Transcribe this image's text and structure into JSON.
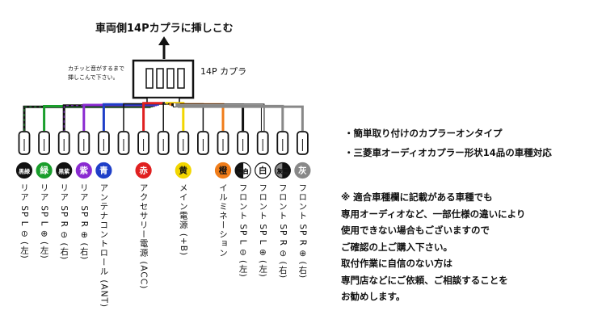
{
  "header": {
    "title": "車両側14Pカプラに挿しこむ",
    "connector_note": [
      "カチッと音がするまで",
      "挿しこんで下さい。"
    ],
    "connector_label": "14P カプラ"
  },
  "pins": [
    {
      "badge": "黒緑",
      "c1": "#111111",
      "c2": "#111111",
      "stripe": "#1a9e2c",
      "ring": "#111",
      "textColor": "#ffffff",
      "label": "リア SP L ⊖ (左)"
    },
    {
      "badge": "緑",
      "c1": "#1a9e2c",
      "c2": "#1a9e2c",
      "stripe": "",
      "ring": "#1a9e2c",
      "textColor": "#ffffff",
      "label": "リア SP L ⊕ (左)"
    },
    {
      "badge": "黒紫",
      "c1": "#111111",
      "c2": "#111111",
      "stripe": "#8a2bd1",
      "ring": "#111",
      "textColor": "#ffffff",
      "label": "リア SP R ⊖ (右)"
    },
    {
      "badge": "紫",
      "c1": "#8a2bd1",
      "c2": "#8a2bd1",
      "stripe": "",
      "ring": "#8a2bd1",
      "textColor": "#ffffff",
      "label": "リア SP R ⊕ (右)"
    },
    {
      "badge": "青",
      "c1": "#1f3fc8",
      "c2": "#1f3fc8",
      "stripe": "",
      "ring": "#1f3fc8",
      "textColor": "#ffffff",
      "label": "アンテナコントロール (ANT)"
    },
    {
      "badge": "",
      "c1": "",
      "c2": "",
      "stripe": "",
      "ring": "",
      "textColor": "",
      "label": ""
    },
    {
      "badge": "赤",
      "c1": "#e02020",
      "c2": "#e02020",
      "stripe": "",
      "ring": "#e02020",
      "textColor": "#ffffff",
      "label": "アクセサリー電源 (ACC)"
    },
    {
      "badge": "",
      "c1": "",
      "c2": "",
      "stripe": "",
      "ring": "",
      "textColor": "",
      "label": ""
    },
    {
      "badge": "黄",
      "c1": "#f2d600",
      "c2": "#f2d600",
      "stripe": "",
      "ring": "#f2d600",
      "textColor": "#111111",
      "label": "メイン電源 (+B)"
    },
    {
      "badge": "",
      "c1": "",
      "c2": "",
      "stripe": "",
      "ring": "",
      "textColor": "",
      "label": ""
    },
    {
      "badge": "橙",
      "c1": "#f07d1a",
      "c2": "#f07d1a",
      "stripe": "",
      "ring": "#f07d1a",
      "textColor": "#111111",
      "label": "イルミネーション"
    },
    {
      "badge": "黒白",
      "c1": "#111111",
      "c2": "#ffffff",
      "stripe": "",
      "ring": "#111",
      "textColor": "#ffffff",
      "label": "フロント SP L ⊖ (左)"
    },
    {
      "badge": "白",
      "c1": "#ffffff",
      "c2": "#ffffff",
      "stripe": "",
      "ring": "#111",
      "textColor": "#111111",
      "label": "フロント SP L ⊕ (左)"
    },
    {
      "badge": "灰黒",
      "c1": "#888888",
      "c2": "#111111",
      "stripe": "",
      "ring": "#111",
      "textColor": "#ffffff",
      "label": "フロント SP R ⊖ (右)"
    },
    {
      "badge": "灰",
      "c1": "#888888",
      "c2": "#888888",
      "stripe": "",
      "ring": "#888",
      "textColor": "#ffffff",
      "label": "フロント SP R ⊕ (右)"
    }
  ],
  "features": [
    "・簡単取り付けのカプラーオンタイプ",
    "・三菱車オーディオカプラー形状14品の車種対応"
  ],
  "notes": [
    "※ 適合車種欄に記載がある車種でも",
    "専用オーディオなど、一部仕様の違いにより",
    "使用できない場合もございますので",
    "ご確認の上ご購入下さい。",
    "取付作業に自信のない方は",
    "専門店などにご依頼、ご相談することを",
    "お勧めします。"
  ]
}
